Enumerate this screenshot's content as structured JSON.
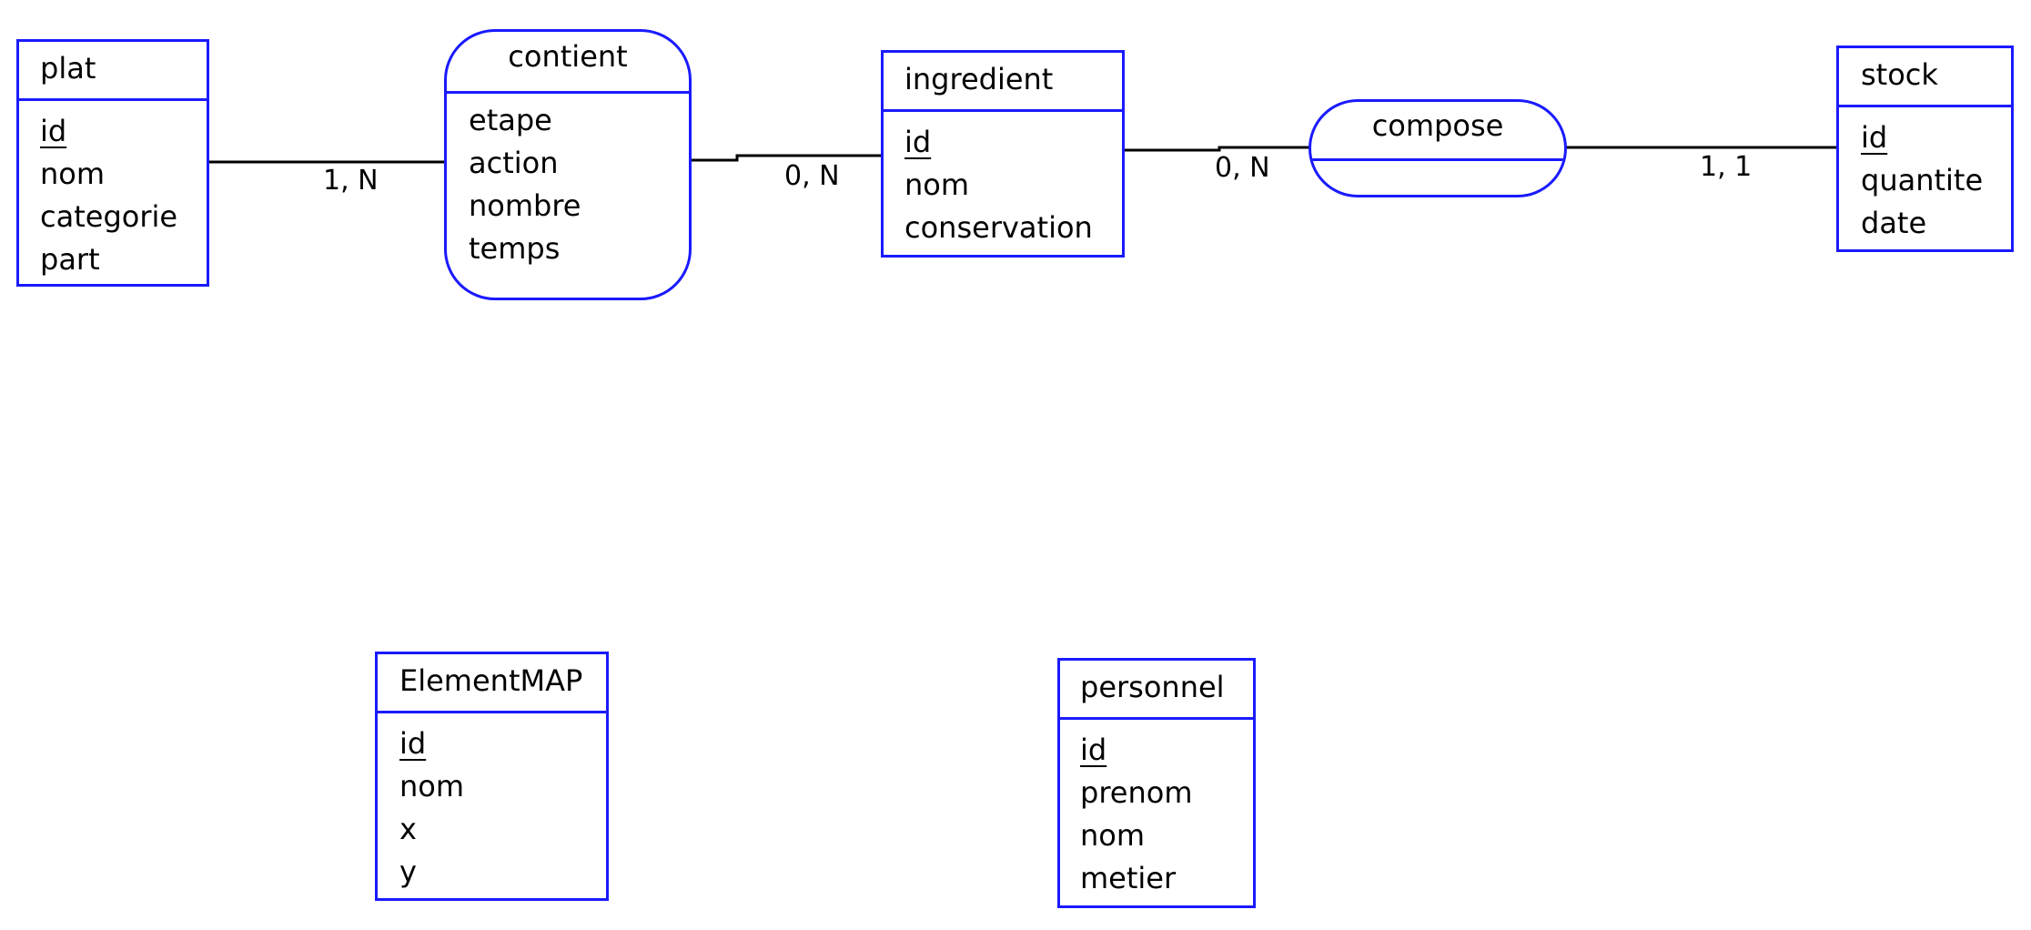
{
  "colors": {
    "box_border": "#1a1aff",
    "link": "#000000",
    "background": "#ffffff"
  },
  "entities": {
    "plat": {
      "name": "plat",
      "fields": [
        "id",
        "nom",
        "categorie",
        "part"
      ]
    },
    "ingredient": {
      "name": "ingredient",
      "fields": [
        "id",
        "nom",
        "conservation"
      ]
    },
    "stock": {
      "name": "stock",
      "fields": [
        "id",
        "quantite",
        "date"
      ]
    },
    "elementmap": {
      "name": "ElementMAP",
      "fields": [
        "id",
        "nom",
        "x",
        "y"
      ]
    },
    "personnel": {
      "name": "personnel",
      "fields": [
        "id",
        "prenom",
        "nom",
        "metier"
      ]
    }
  },
  "associations": {
    "contient": {
      "name": "contient",
      "fields": [
        "etape",
        "action",
        "nombre",
        "temps"
      ]
    },
    "compose": {
      "name": "compose",
      "fields": []
    }
  },
  "cardinalities": {
    "plat_contient": "1, N",
    "ingredient_contient": "0, N",
    "ingredient_compose": "0, N",
    "stock_compose": "1, 1"
  }
}
